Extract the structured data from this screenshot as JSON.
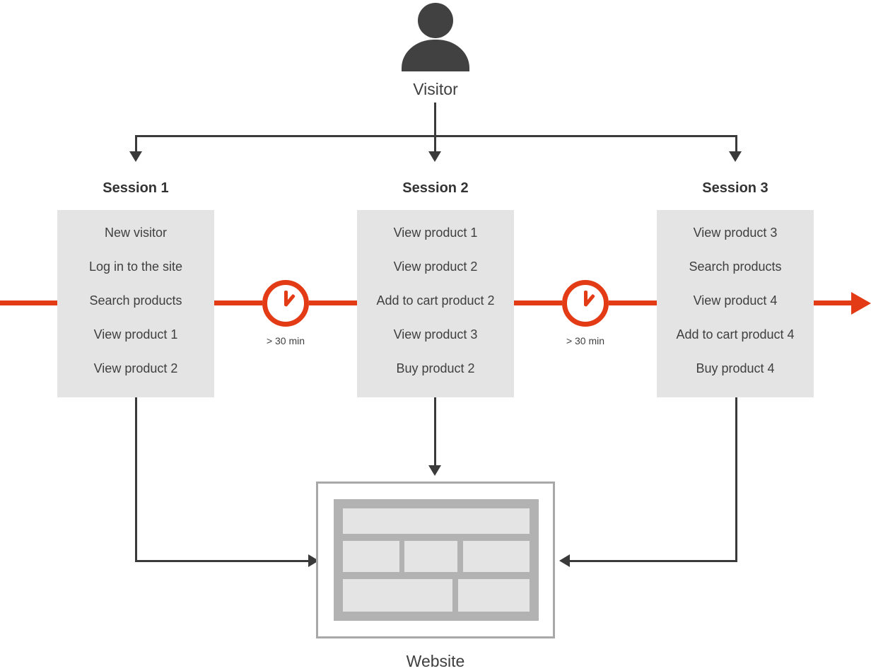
{
  "diagram": {
    "actor": {
      "icon": "person-icon",
      "label": "Visitor"
    },
    "sessions": [
      {
        "title": "Session 1",
        "items": [
          "New visitor",
          "Log in to the site",
          "Search products",
          "View product 1",
          "View product 2"
        ]
      },
      {
        "title": "Session 2",
        "items": [
          "View product 1",
          "View product 2",
          "Add to cart product 2",
          "View product 3",
          "Buy product 2"
        ]
      },
      {
        "title": "Session 3",
        "items": [
          "View product 3",
          "Search products",
          "View product 4",
          "Add to cart product 4",
          "Buy product 4"
        ]
      }
    ],
    "gaps": [
      {
        "icon": "clock-icon",
        "label": "> 30 min"
      },
      {
        "icon": "clock-icon",
        "label": "> 30 min"
      }
    ],
    "target": {
      "icon": "website-layout-icon",
      "label": "Website"
    },
    "colors": {
      "timeline": "#e23b16",
      "session_box": "#e4e4e4",
      "connector": "#3a3a3a",
      "actor": "#414141",
      "website_border": "#a8a8a8",
      "website_panel": "#b2b2b2",
      "website_block": "#e4e4e4",
      "text": "#3f3f3f",
      "background": "#ffffff"
    }
  }
}
